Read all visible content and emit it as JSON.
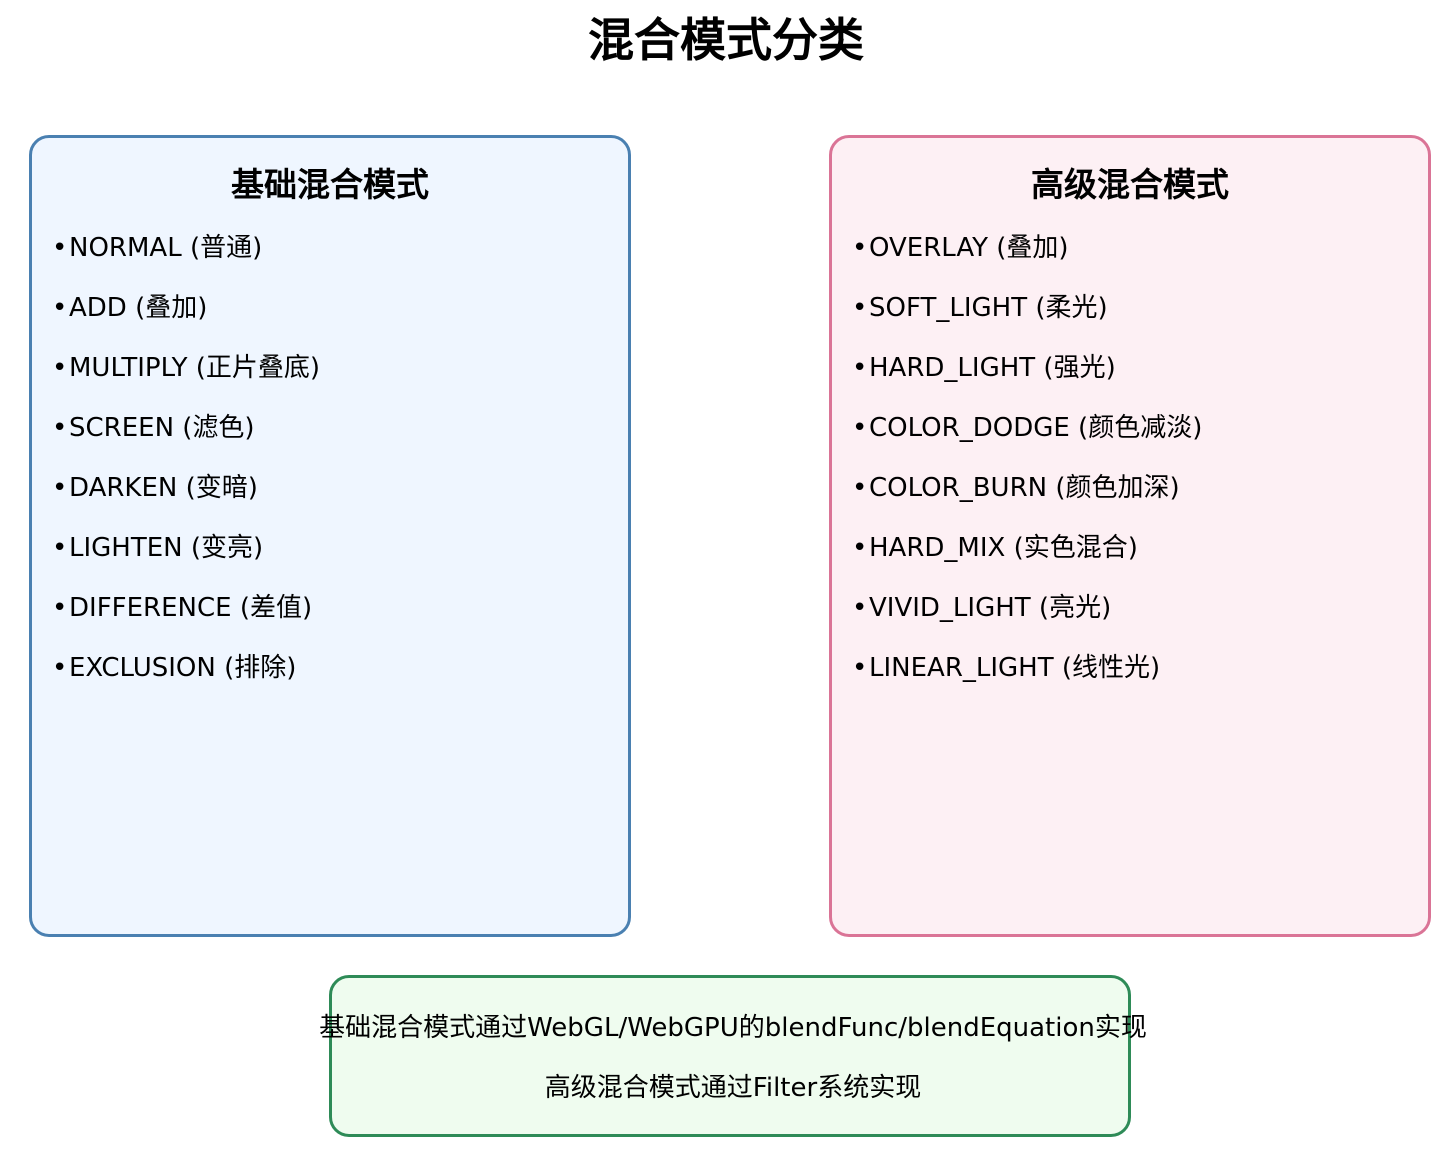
{
  "title": "混合模式分类",
  "colors": {
    "basic_border": "#4a80b1",
    "basic_fill": "#eff6ff",
    "advanced_border": "#da7496",
    "advanced_fill": "#fdf0f4",
    "note_border": "#2e8b57",
    "note_fill": "#effcef"
  },
  "bullet": "•",
  "basic": {
    "heading": "基础混合模式",
    "items": [
      "NORMAL (普通)",
      "ADD (叠加)",
      "MULTIPLY (正片叠底)",
      "SCREEN (滤色)",
      "DARKEN (变暗)",
      "LIGHTEN (变亮)",
      "DIFFERENCE (差值)",
      "EXCLUSION (排除)"
    ]
  },
  "advanced": {
    "heading": "高级混合模式",
    "items": [
      "OVERLAY (叠加)",
      "SOFT_LIGHT (柔光)",
      "HARD_LIGHT (强光)",
      "COLOR_DODGE (颜色减淡)",
      "COLOR_BURN (颜色加深)",
      "HARD_MIX (实色混合)",
      "VIVID_LIGHT (亮光)",
      "LINEAR_LIGHT (线性光)"
    ]
  },
  "note": {
    "line1": "基础混合模式通过WebGL/WebGPU的blendFunc/blendEquation实现",
    "line2": "高级混合模式通过Filter系统实现"
  }
}
